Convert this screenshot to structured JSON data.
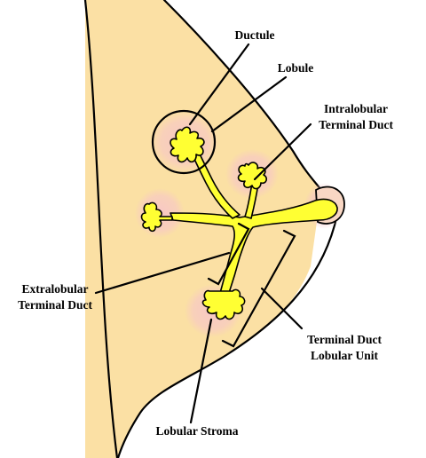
{
  "diagram": {
    "labels": {
      "ductule": "Ductule",
      "lobule": "Lobule",
      "intralobular_1": "Intralobular",
      "intralobular_2": "Terminal Duct",
      "extralobular_1": "Extralobular",
      "extralobular_2": "Terminal Duct",
      "tdlu_1": "Terminal Duct",
      "tdlu_2": "Lobular Unit",
      "stroma": "Lobular Stroma"
    },
    "colors": {
      "breast_fill": "#FBE0A4",
      "duct_fill": "#FFFF33",
      "stroma_pink": "#F7C6C8",
      "outline": "#000000"
    }
  }
}
